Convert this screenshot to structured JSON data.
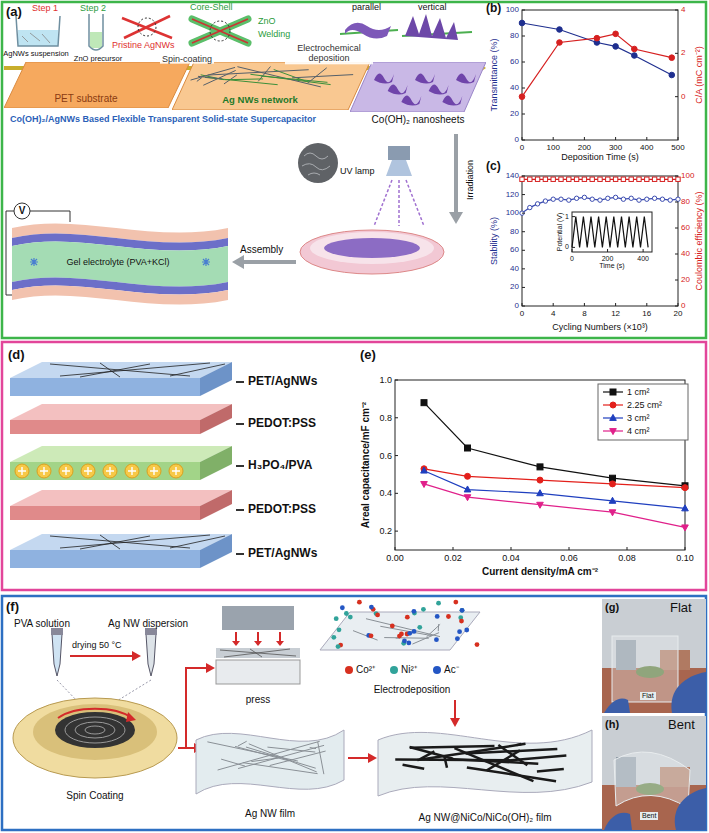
{
  "diagram": {
    "nodes": [
      {
        "text": [
          "PET substrate"
        ]
      },
      {
        "text": [
          "Ag NWs network"
        ]
      },
      {
        "text": [
          "Co(OH)₂ nanosheets"
        ]
      }
    ],
    "edges": [
      {
        "from": 0,
        "to": 1,
        "arrow": "to",
        "label": "Spin-coating"
      },
      {
        "from": 1,
        "to": 2,
        "arrow": "to",
        "label": "Electrochemical deposition"
      }
    ],
    "labels": [
      "(a)",
      "Step 1",
      "Step 2",
      "Core-Shell",
      "ZnO",
      "Welding",
      "parallel",
      "vertical",
      "Pristine AgNWs",
      "AgNWs suspension",
      "ZnO precursor",
      "Co(OH)₂/AgNWs Based Flexible Transparent Solid-state Supercapacitor",
      "UV lamp",
      "Irradiation",
      "V",
      "Assembly",
      "Gel electrolyte (PVA+KCl)",
      "(b)",
      "Transmittance (%)",
      "C/A (mC cm⁻²)",
      "Deposition Time (s)",
      "0",
      "20",
      "40",
      "60",
      "80",
      "100",
      "0",
      "2",
      "4",
      "0",
      "100",
      "200",
      "300",
      "400",
      "500",
      "(c)",
      "Stability (%)",
      "Coulombic efficiency (%)",
      "Cycling Numbers (×10³)",
      "0",
      "20",
      "40",
      "60",
      "80",
      "100",
      "120",
      "140",
      "0",
      "20",
      "40",
      "60",
      "80",
      "100",
      "0",
      "4",
      "8",
      "12",
      "16",
      "20",
      "Potential (V)",
      "Time (s)",
      "0",
      "1",
      "0",
      "200",
      "400",
      "(d)",
      "PET/AgNWs",
      "PEDOT:PSS",
      "H₃PO₄/PVA",
      "PEDOT:PSS",
      "PET/AgNWs",
      "(e)",
      "Areal capacitance/mF cm⁻²",
      "Current density/mA cm⁻²",
      "0.2",
      "0.4",
      "0.6",
      "0.8",
      "1.0",
      "0.00",
      "0.02",
      "0.04",
      "0.06",
      "0.08",
      "0.10",
      "(f)",
      "PVA solution",
      "drying 50 °C",
      "Ag NW dispersion",
      "press",
      "Electrodeposition",
      "Spin Coating",
      "Ag NW film",
      "Ag NW@NiCo/NiCo(OH)₂ film",
      "(g)",
      "Flat",
      "Flat",
      "(h)",
      "Bent",
      "Bent"
    ],
    "legend": [
      {
        "text": "1 cm²"
      },
      {
        "text": "2.25 cm²"
      },
      {
        "text": "3 cm²"
      },
      {
        "text": "4 cm²"
      },
      {
        "text": "Co²⁺",
        "color": "#d7301f"
      },
      {
        "text": "Ni²⁺",
        "color": "#31a39a"
      },
      {
        "text": "Ac⁻",
        "color": "#2456c4"
      }
    ]
  }
}
